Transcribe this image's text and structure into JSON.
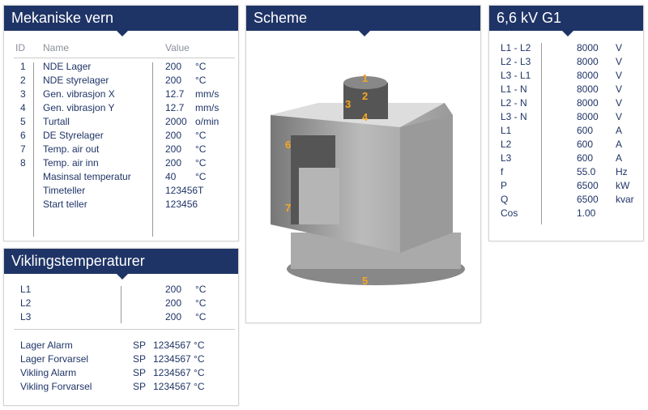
{
  "mekaniske": {
    "title": "Mekaniske vern",
    "col_id": "ID",
    "col_name": "Name",
    "col_value": "Value",
    "rows": [
      {
        "id": "1",
        "name": "NDE Lager",
        "value": "200",
        "unit": "°C"
      },
      {
        "id": "2",
        "name": "NDE styrelager",
        "value": "200",
        "unit": "°C"
      },
      {
        "id": "3",
        "name": "Gen. vibrasjon X",
        "value": "12.7",
        "unit": "mm/s"
      },
      {
        "id": "4",
        "name": "Gen. vibrasjon Y",
        "value": "12.7",
        "unit": "mm/s"
      },
      {
        "id": "5",
        "name": "Turtall",
        "value": "2000",
        "unit": "o/min"
      },
      {
        "id": "6",
        "name": "DE Styrelager",
        "value": "200",
        "unit": "°C"
      },
      {
        "id": "7",
        "name": "Temp. air out",
        "value": "200",
        "unit": "°C"
      },
      {
        "id": "8",
        "name": "Temp. air inn",
        "value": "200",
        "unit": "°C"
      },
      {
        "id": "",
        "name": "Masinsal temperatur",
        "value": "40",
        "unit": "°C"
      },
      {
        "id": "",
        "name": "Timeteller",
        "value": "123456T",
        "unit": ""
      },
      {
        "id": "",
        "name": "Start teller",
        "value": "123456",
        "unit": ""
      }
    ]
  },
  "vikling": {
    "title": "Viklingstemperaturer",
    "rows": [
      {
        "name": "L1",
        "value": "200",
        "unit": "°C"
      },
      {
        "name": "L2",
        "value": "200",
        "unit": "°C"
      },
      {
        "name": "L3",
        "value": "200",
        "unit": "°C"
      }
    ],
    "setpoints": [
      {
        "name": "Lager Alarm",
        "sp": "SP",
        "value": "1234567 °C"
      },
      {
        "name": "Lager Forvarsel",
        "sp": "SP",
        "value": "1234567 °C"
      },
      {
        "name": "Vikling Alarm",
        "sp": "SP",
        "value": "1234567 °C"
      },
      {
        "name": "Vikling Forvarsel",
        "sp": "SP",
        "value": "1234567 °C"
      }
    ]
  },
  "scheme": {
    "title": "Scheme",
    "markers": [
      "1",
      "2",
      "3",
      "4",
      "5",
      "6",
      "7"
    ]
  },
  "g1": {
    "title": "6,6 kV G1",
    "rows": [
      {
        "name": "L1 - L2",
        "value": "8000",
        "unit": "V"
      },
      {
        "name": "L2 - L3",
        "value": "8000",
        "unit": "V"
      },
      {
        "name": "L3 - L1",
        "value": "8000",
        "unit": "V"
      },
      {
        "name": "L1 - N",
        "value": "8000",
        "unit": "V"
      },
      {
        "name": "L2 - N",
        "value": "8000",
        "unit": "V"
      },
      {
        "name": "L3 - N",
        "value": "8000",
        "unit": "V"
      },
      {
        "name": "L1",
        "value": "600",
        "unit": "A"
      },
      {
        "name": "L2",
        "value": "600",
        "unit": "A"
      },
      {
        "name": "L3",
        "value": "600",
        "unit": "A"
      },
      {
        "name": "f",
        "value": "55.0",
        "unit": "Hz"
      },
      {
        "name": "P",
        "value": "6500",
        "unit": "kW"
      },
      {
        "name": "Q",
        "value": "6500",
        "unit": "kvar"
      },
      {
        "name": "Cos",
        "value": "1.00",
        "unit": ""
      }
    ]
  },
  "colors": {
    "header": "#1f3466",
    "marker": "#f5a623"
  }
}
